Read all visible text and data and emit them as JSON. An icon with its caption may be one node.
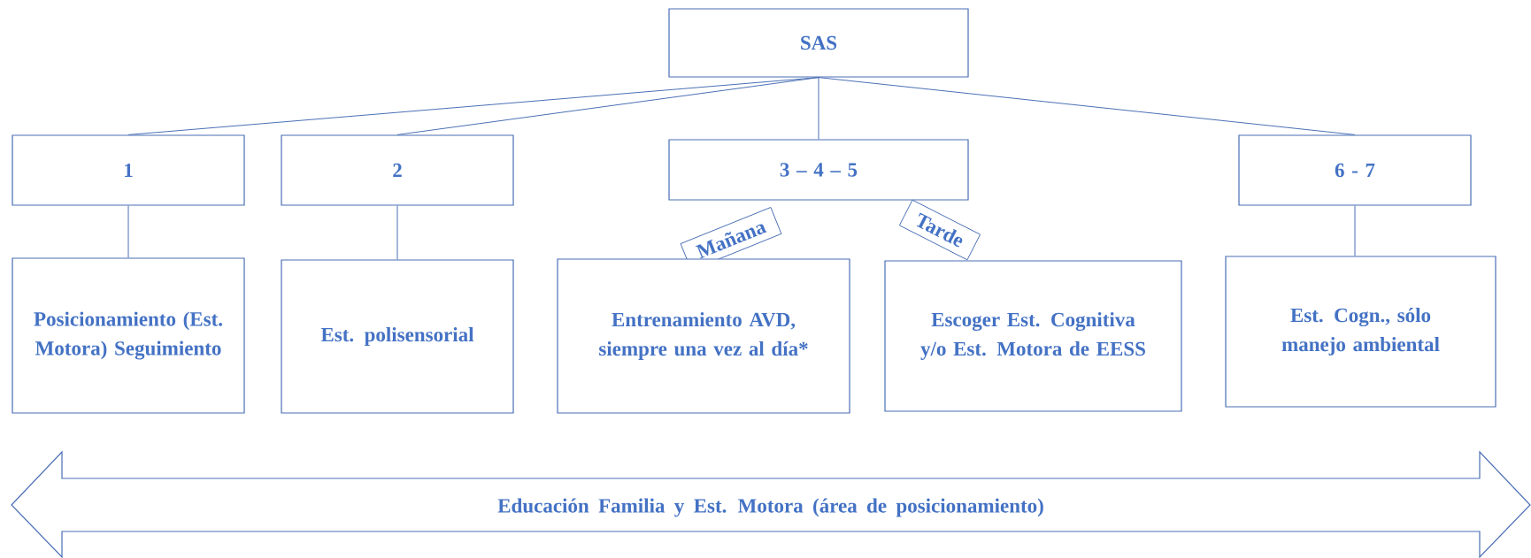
{
  "diagram": {
    "nodes": [
      {
        "text": [
          "SAS"
        ]
      },
      {
        "text": [
          "1"
        ]
      },
      {
        "text": [
          "2"
        ]
      },
      {
        "text": [
          "3 – 4 – 5"
        ]
      },
      {
        "text": [
          "6 - 7"
        ]
      },
      {
        "text": [
          "Mañana"
        ]
      },
      {
        "text": [
          "Tarde"
        ]
      },
      {
        "text": [
          "Posicionamiento (Est. Motora) Seguimiento"
        ]
      },
      {
        "text": [
          "Est. polisensorial"
        ]
      },
      {
        "text": [
          "Entrenamiento AVD, siempre una vez al día*"
        ]
      },
      {
        "text": [
          "Escoger Est. Cognitiva y/o Est. Motora de EESS"
        ]
      },
      {
        "text": [
          "Est. Cogn., sólo manejo ambiental"
        ]
      },
      {
        "text": [
          "Educación Familia y Est. Motora (área de posicionamiento)"
        ]
      }
    ],
    "edges": [
      {
        "from": 0,
        "to": 1,
        "arrow": "none"
      },
      {
        "from": 0,
        "to": 2,
        "arrow": "none"
      },
      {
        "from": 0,
        "to": 3,
        "arrow": "none"
      },
      {
        "from": 0,
        "to": 4,
        "arrow": "none"
      },
      {
        "from": 1,
        "to": 7,
        "arrow": "none"
      },
      {
        "from": 2,
        "to": 8,
        "arrow": "none"
      },
      {
        "from": 4,
        "to": 11,
        "arrow": "none"
      }
    ]
  }
}
